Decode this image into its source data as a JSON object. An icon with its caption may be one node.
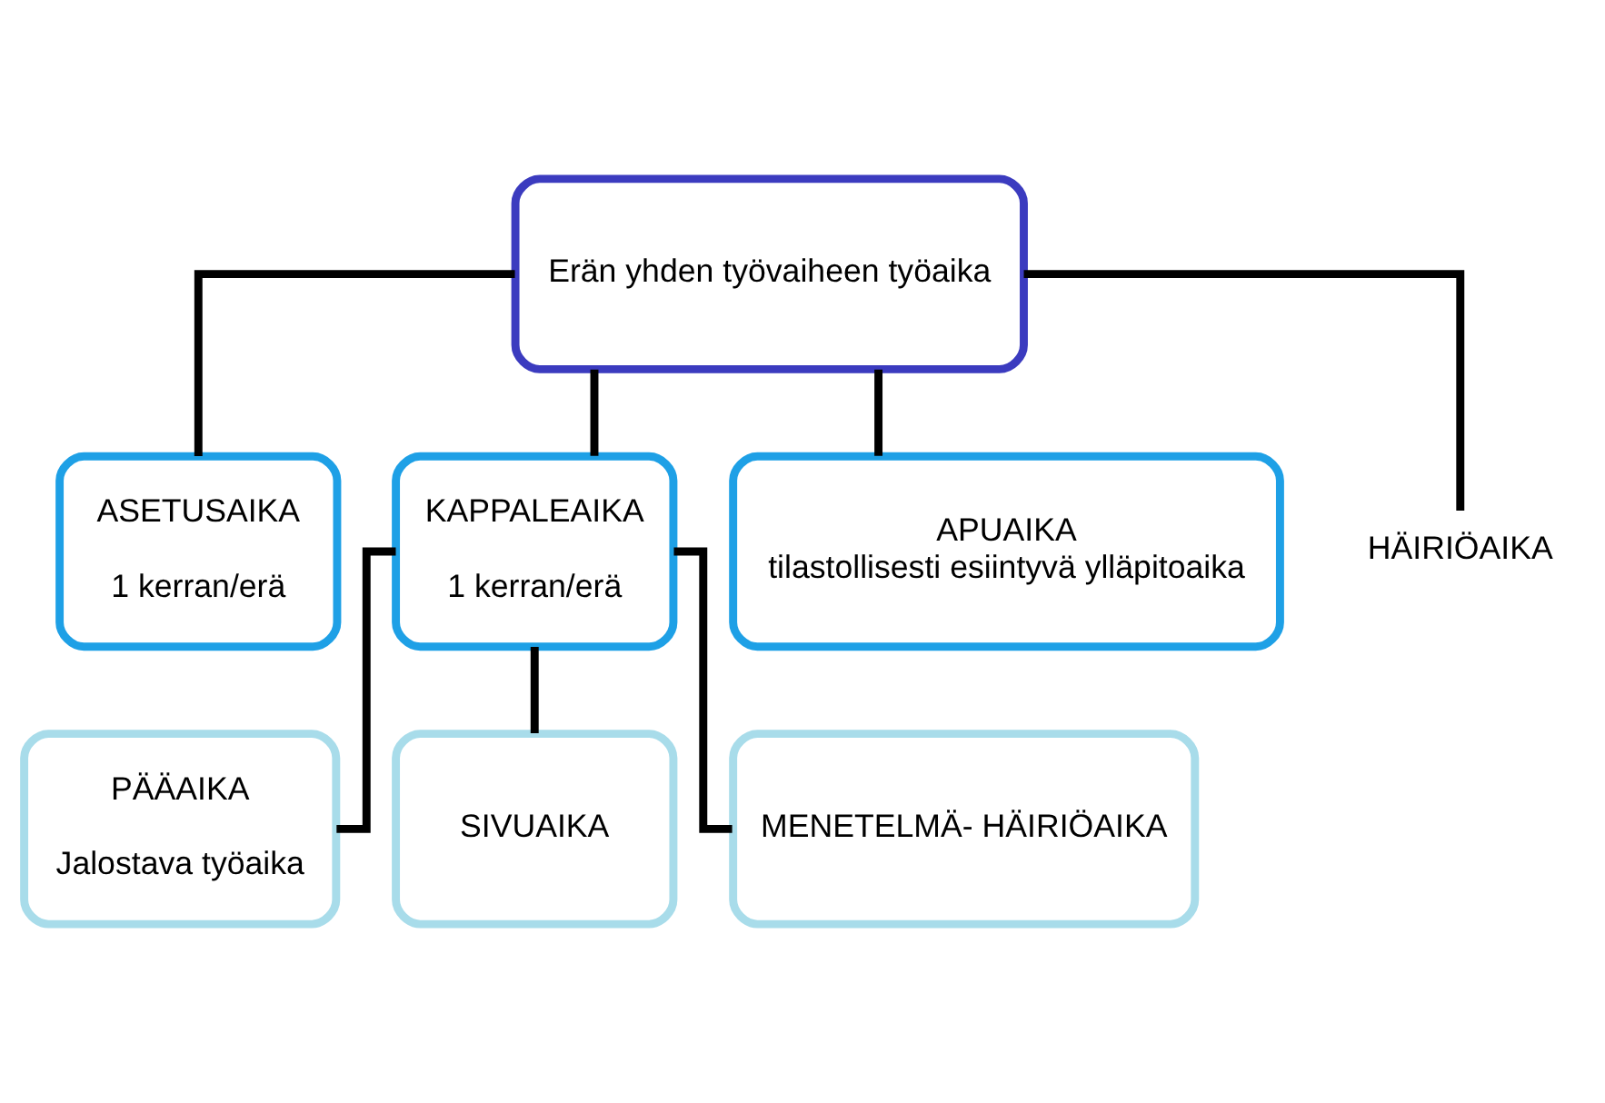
{
  "diagram": {
    "nodes": [
      {
        "text": [
          "Erän yhden työvaiheen työaika"
        ]
      },
      {
        "text": [
          "ASETUSAIKA",
          "1 kerran/erä"
        ]
      },
      {
        "text": [
          "KAPPALEAIKA",
          "1 kerran/erä"
        ]
      },
      {
        "text": [
          "APUAIKA",
          "tilastollisesti esiintyvä ylläpitoaika"
        ]
      },
      {
        "text": [
          "HÄIRIÖAIKA"
        ]
      },
      {
        "text": [
          "PÄÄAIKA",
          "Jalostava työaika"
        ]
      },
      {
        "text": [
          "SIVUAIKA"
        ]
      },
      {
        "text": [
          "MENETELMÄ- HÄIRIÖAIKA"
        ]
      }
    ],
    "edges": [
      {
        "from": 0,
        "to": 1,
        "arrow": "none"
      },
      {
        "from": 0,
        "to": 2,
        "arrow": "none"
      },
      {
        "from": 0,
        "to": 3,
        "arrow": "none"
      },
      {
        "from": 0,
        "to": 4,
        "arrow": "none"
      },
      {
        "from": 2,
        "to": 5,
        "arrow": "none"
      },
      {
        "from": 2,
        "to": 6,
        "arrow": "none"
      },
      {
        "from": 2,
        "to": 7,
        "arrow": "none"
      }
    ]
  }
}
